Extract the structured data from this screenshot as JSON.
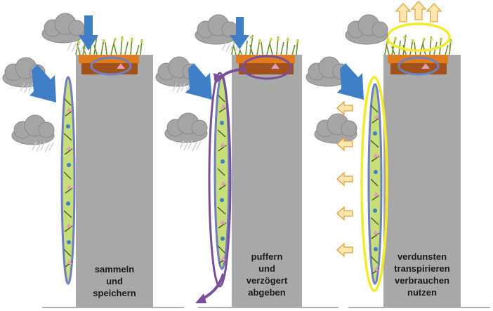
{
  "panels": [
    {
      "label_lines": [
        "sammeln",
        "und",
        "speichern"
      ]
    },
    {
      "label_lines": [
        "puffern",
        "und",
        "verzögert",
        "abgeben"
      ]
    },
    {
      "label_lines": [
        "verdunsten",
        "transpirieren",
        "verbrauchen",
        "nutzen"
      ]
    }
  ],
  "colors": {
    "building": "#a8a8a8",
    "cloud_fill": "#a5a5a5",
    "cloud_stroke": "#8a8a8a",
    "rain": "#c8ccd3",
    "blue_arrow": "#3f7fc7",
    "roof_top": "#e07b1f",
    "roof_soil": "#a0521a",
    "facade_green": "#c7de7a",
    "facade_outline": "#6f7fbf",
    "purple_highlight": "#7a4f9a",
    "yellow_highlight": "#f2ea2c",
    "evap_arrow_fill": "#fde7b0",
    "evap_arrow_stroke": "#e6a23c"
  }
}
